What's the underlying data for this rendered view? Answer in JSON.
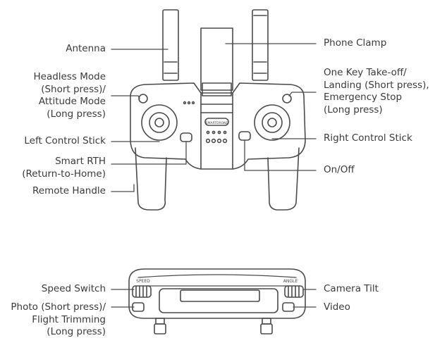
{
  "colors": {
    "line": "#4a4a4a",
    "text": "#3a3a3a",
    "bg": "#ffffff"
  },
  "labels": {
    "antenna": [
      "Antenna"
    ],
    "headless": [
      "Headless Mode",
      "(Short press)/",
      "Attitude Mode",
      "(Long press)"
    ],
    "left_stick": [
      "Left Control Stick"
    ],
    "smart_rth": [
      "Smart RTH",
      "(Return-to-Home)"
    ],
    "remote_handle": [
      "Remote Handle"
    ],
    "phone_clamp": [
      "Phone Clamp"
    ],
    "takeoff": [
      "One Key Take-off/",
      "Landing (Short press),",
      "Emergency Stop",
      "(Long press)"
    ],
    "right_stick": [
      "Right Control Stick"
    ],
    "on_off": [
      "On/Off"
    ],
    "speed_switch": [
      "Speed Switch"
    ],
    "photo": [
      "Photo (Short press)/",
      "Flight Trimming",
      "(Long press)"
    ],
    "camera_tilt": [
      "Camera Tilt"
    ],
    "video": [
      "Video"
    ]
  },
  "device_text": {
    "brand": "SMARTDRONE",
    "speed": "SPEED",
    "angle": "ANGLE"
  }
}
